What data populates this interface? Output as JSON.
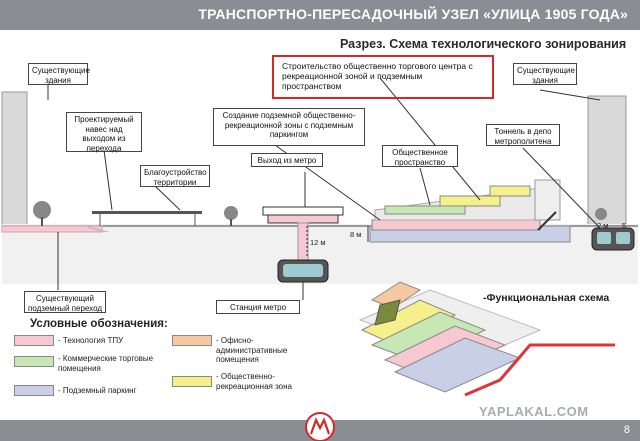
{
  "header": {
    "title": "ТРАНСПОРТНО-ПЕРЕСАДОЧНЫЙ УЗЕЛ «УЛИЦА 1905 ГОДА»"
  },
  "section_title": "Разрез. Схема технологического зонирования",
  "callouts": {
    "existing_left": "Существующие здания",
    "existing_right": "Существующие здания",
    "canopy": "Проектируемый навес над выходом из перехода",
    "landscaping": "Благоустройство территории",
    "metro_exit": "Выход из метро",
    "parking": "Создание подземной общественно-рекреационной зоны с подземным паркингом",
    "public_space": "Общественное пространство",
    "tunnel": "Тоннель в депо метрополитена",
    "underpass": "Существующий подземный переход",
    "station": "Станция метро",
    "highlight": "Строительство общественно торгового центра с рекреационной зоной и подземным пространством"
  },
  "dimensions": {
    "depth_12": "12 м",
    "depth_8": "8 м",
    "depth_2": "2 м",
    "depth_5": "5"
  },
  "legend": {
    "title": "Условные обозначения:",
    "items": [
      {
        "label": "- Технология ТПУ",
        "color": "#f6c9d2"
      },
      {
        "label": "- Коммерческие торговые помещения",
        "color": "#c7e7b5"
      },
      {
        "label": "- Подземный паркинг",
        "color": "#c8cfe6"
      },
      {
        "label": "- Офисно-административные помещения",
        "color": "#f6c9a0"
      },
      {
        "label": "- Общественно-рекреационная зона",
        "color": "#f5ef8c"
      }
    ]
  },
  "functional_title": "-Функциональная схема",
  "watermark": "YAPLAKAL.COM",
  "page_number": "8",
  "colors": {
    "header": "#8a8d93",
    "highlight": "#d4282b",
    "accent_red": "#e2333b"
  }
}
